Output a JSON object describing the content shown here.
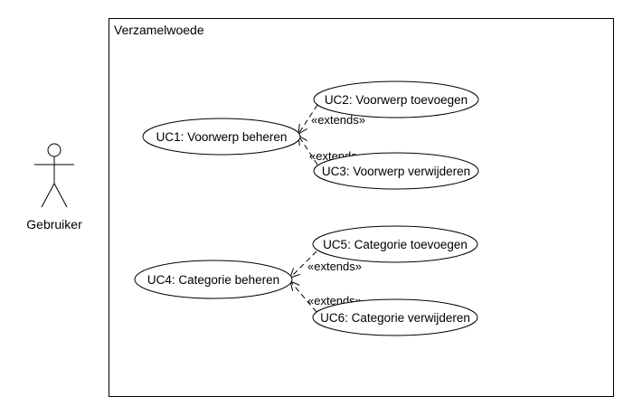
{
  "diagram": {
    "system_boundary_title": "Verzamelwoede",
    "actor": {
      "name": "Gebruiker"
    },
    "use_cases": {
      "uc1": "UC1: Voorwerp beheren",
      "uc2": "UC2: Voorwerp toevoegen",
      "uc3": "UC3: Voorwerp verwijderen",
      "uc4": "UC4: Categorie beheren",
      "uc5": "UC5: Categorie toevoegen",
      "uc6": "UC6: Categorie verwijderen"
    },
    "relations": {
      "uc2_uc1": "«extends»",
      "uc3_uc1": "«extends»",
      "uc5_uc4": "«extends»",
      "uc6_uc4": "«extends»"
    }
  }
}
